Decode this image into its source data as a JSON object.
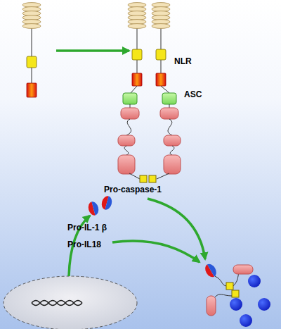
{
  "diagram": {
    "labels": [
      "NLR",
      "ASC",
      "Pro-caspase-1",
      "Pro-IL-1 β",
      "Pro-IL18"
    ]
  }
}
